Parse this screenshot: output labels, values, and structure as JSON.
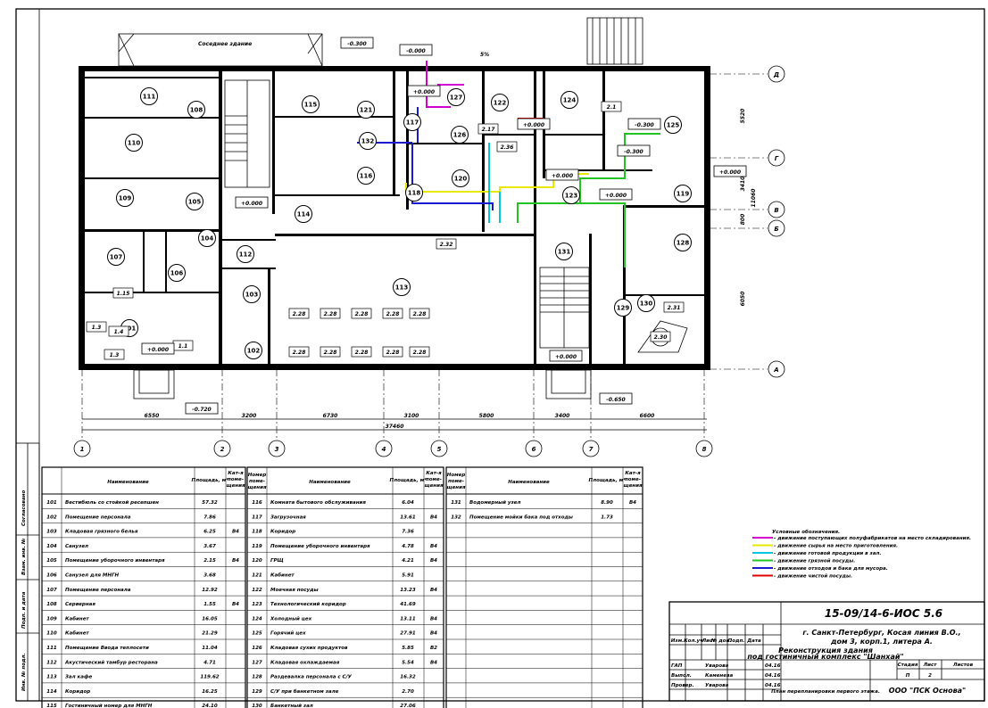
{
  "plan": {
    "neighbor_label": "Соседнее здание",
    "slope_label": "5%",
    "levels": [
      "-0.300",
      "-0.000",
      "+0.000",
      "+0.000",
      "+0.000",
      "+0.000",
      "+0.000",
      "+0.000",
      "+0.000",
      "+0.000",
      "-0.300",
      "-0.300",
      "+0.000",
      "-0.720",
      "-0.650"
    ],
    "rooms": [
      {
        "n": "111"
      },
      {
        "n": "108"
      },
      {
        "n": "110"
      },
      {
        "n": "109"
      },
      {
        "n": "105"
      },
      {
        "n": "107"
      },
      {
        "n": "104"
      },
      {
        "n": "106"
      },
      {
        "n": "101"
      },
      {
        "n": "103"
      },
      {
        "n": "102"
      },
      {
        "n": "112"
      },
      {
        "n": "114"
      },
      {
        "n": "115"
      },
      {
        "n": "116"
      },
      {
        "n": "132"
      },
      {
        "n": "117"
      },
      {
        "n": "118"
      },
      {
        "n": "121"
      },
      {
        "n": "127"
      },
      {
        "n": "126"
      },
      {
        "n": "120"
      },
      {
        "n": "122"
      },
      {
        "n": "124"
      },
      {
        "n": "125"
      },
      {
        "n": "123"
      },
      {
        "n": "119"
      },
      {
        "n": "113"
      },
      {
        "n": "131"
      },
      {
        "n": "128"
      },
      {
        "n": "129"
      },
      {
        "n": "130"
      }
    ],
    "equipment_tags": [
      "2.28",
      "2.28",
      "2.28",
      "2.28",
      "2.28",
      "2.28",
      "2.28",
      "2.28",
      "2.28",
      "2.28",
      "2.32",
      "2.30",
      "2.31",
      "1.3",
      "1.4",
      "1.3",
      "1.1",
      "2.1",
      "2.17",
      "2.36",
      "1.15"
    ],
    "axes_letters": [
      "Д",
      "Г",
      "В",
      "Б",
      "А"
    ],
    "axes_numbers": [
      "1",
      "2",
      "3",
      "4",
      "5",
      "6",
      "7",
      "8"
    ],
    "dims_bottom": [
      "6550",
      "3200",
      "6730",
      "3100",
      "5800",
      "3400",
      "6600"
    ],
    "dim_total": "37460",
    "dims_right": [
      "5520",
      "3410",
      "800",
      "11060",
      "6050"
    ]
  },
  "tables": {
    "header": {
      "num": "Номер поме-щения",
      "name": "Наименование",
      "area": "Площадь, м²",
      "cat": "Кат-я поме-щения"
    },
    "rows_1": [
      {
        "n": "101",
        "name": "Вестибюль со стойкой ресепшен",
        "area": "57.32",
        "cat": ""
      },
      {
        "n": "102",
        "name": "Помещение персонала",
        "area": "7.86",
        "cat": ""
      },
      {
        "n": "103",
        "name": "Кладовая грязного белья",
        "area": "6.25",
        "cat": "В4"
      },
      {
        "n": "104",
        "name": "Санузел",
        "area": "3.67",
        "cat": ""
      },
      {
        "n": "105",
        "name": "Помещение уборочного инвентаря",
        "area": "2.15",
        "cat": "В4"
      },
      {
        "n": "106",
        "name": "Санузел для МНГН",
        "area": "3.68",
        "cat": ""
      },
      {
        "n": "107",
        "name": "Помещение персонала",
        "area": "12.92",
        "cat": ""
      },
      {
        "n": "108",
        "name": "Серверная",
        "area": "1.55",
        "cat": "В4"
      },
      {
        "n": "109",
        "name": "Кабинет",
        "area": "16.05",
        "cat": ""
      },
      {
        "n": "110",
        "name": "Кабинет",
        "area": "21.29",
        "cat": ""
      },
      {
        "n": "111",
        "name": "Помещение Ввода теплосети",
        "area": "11.04",
        "cat": ""
      },
      {
        "n": "112",
        "name": "Акустический тамбур ресторана",
        "area": "4.71",
        "cat": ""
      },
      {
        "n": "113",
        "name": "Зал кафе",
        "area": "119.62",
        "cat": ""
      },
      {
        "n": "114",
        "name": "Коридор",
        "area": "16.25",
        "cat": ""
      },
      {
        "n": "115",
        "name": "Гостиничный номер для МНГН",
        "area": "24.10",
        "cat": ""
      }
    ],
    "rows_2": [
      {
        "n": "116",
        "name": "Комната бытового обслуживания",
        "area": "6.04",
        "cat": ""
      },
      {
        "n": "117",
        "name": "Загрузочная",
        "area": "13.61",
        "cat": "В4"
      },
      {
        "n": "118",
        "name": "Коридор",
        "area": "7.36",
        "cat": ""
      },
      {
        "n": "119",
        "name": "Помещение уборочного инвентаря",
        "area": "4.78",
        "cat": "В4"
      },
      {
        "n": "120",
        "name": "ГРЩ",
        "area": "4.21",
        "cat": "В4"
      },
      {
        "n": "121",
        "name": "Кабинет",
        "area": "5.91",
        "cat": ""
      },
      {
        "n": "122",
        "name": "Моечная посуды",
        "area": "13.23",
        "cat": "В4"
      },
      {
        "n": "123",
        "name": "Технологический коридор",
        "area": "41.69",
        "cat": ""
      },
      {
        "n": "124",
        "name": "Холодный цех",
        "area": "13.11",
        "cat": "В4"
      },
      {
        "n": "125",
        "name": "Горячий цех",
        "area": "27.91",
        "cat": "В4"
      },
      {
        "n": "126",
        "name": "Кладовая сухих продуктов",
        "area": "5.85",
        "cat": "В2"
      },
      {
        "n": "127",
        "name": "Кладовая охлаждаемая",
        "area": "5.54",
        "cat": "В4"
      },
      {
        "n": "128",
        "name": "Раздевалка персонала с С/У",
        "area": "16.32",
        "cat": ""
      },
      {
        "n": "129",
        "name": "С/У при банкетном зале",
        "area": "2.70",
        "cat": ""
      },
      {
        "n": "130",
        "name": "Банкетный зал",
        "area": "27.06",
        "cat": ""
      }
    ],
    "rows_3": [
      {
        "n": "131",
        "name": "Водомерный узел",
        "area": "8.90",
        "cat": "В4"
      },
      {
        "n": "132",
        "name": "Помещение мойки бака под отходы",
        "area": "1.73",
        "cat": ""
      }
    ]
  },
  "legend": {
    "title": "Условные обозначения",
    "items": [
      {
        "color": "#d100d1",
        "text": "- движение поступающих полуфабрикатов на место складирования."
      },
      {
        "color": "#e8e800",
        "text": "- движение сырья на место приготовления."
      },
      {
        "color": "#00c8e0",
        "text": "- движение готовой продукции в зал."
      },
      {
        "color": "#22c322",
        "text": "- движение грязной посуды."
      },
      {
        "color": "#1a1acc",
        "text": "- движение отходов и бака для мусора."
      },
      {
        "color": "#e00000",
        "text": "- движение чистой посуды."
      }
    ]
  },
  "stamp": {
    "code": "15-09/14-6-ИОС 5.6",
    "address": "г. Санкт-Петербург, Косая линия В.О., дом 3, корп.1, литера А.",
    "project": "Реконструкция здания под гостиничный комплекс \"Шанхай\"",
    "stage_h": "Стадия",
    "sheet_h": "Лист",
    "sheets_h": "Листов",
    "stage": "П",
    "sheet": "2",
    "sheets": "",
    "cols": [
      "Изм.",
      "Кол.уч",
      "Лист",
      "№ док.",
      "Подп.",
      "Дата"
    ],
    "roles": [
      {
        "role": "ГАП",
        "name": "Уварова",
        "date": "04.16"
      },
      {
        "role": "Выпол.",
        "name": "Каменева",
        "date": "04.16"
      },
      {
        "role": "Провер.",
        "name": "Уварова",
        "date": "04.16"
      }
    ],
    "drawing_name": "План перепланировки первого этажа.",
    "company": "ООО \"ПСК Основа\""
  },
  "side_labels": [
    "Согласовано",
    "Взам. инв. №",
    "Подп. и дата",
    "Инв. № подл."
  ]
}
